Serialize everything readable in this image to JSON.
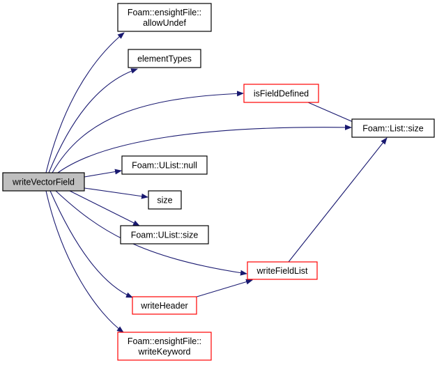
{
  "graph": {
    "root": "writeVectorField",
    "nodes": {
      "root": {
        "label": "writeVectorField",
        "color": "#bfbfbf"
      },
      "allowUndef": {
        "line1": "Foam::ensightFile::",
        "line2": "allowUndef"
      },
      "elementTypes": {
        "label": "elementTypes"
      },
      "isFieldDefined": {
        "label": "isFieldDefined",
        "color": "#ff0000"
      },
      "listSize": {
        "label": "Foam::List::size"
      },
      "ulistNull": {
        "label": "Foam::UList::null"
      },
      "size": {
        "label": "size"
      },
      "ulistSize": {
        "label": "Foam::UList::size"
      },
      "writeFieldList": {
        "label": "writeFieldList",
        "color": "#ff0000"
      },
      "writeHeader": {
        "label": "writeHeader",
        "color": "#ff0000"
      },
      "writeKeyword": {
        "line1": "Foam::ensightFile::",
        "line2": "writeKeyword",
        "color": "#ff0000"
      }
    },
    "edges": [
      [
        "writeVectorField",
        "Foam::ensightFile::allowUndef"
      ],
      [
        "writeVectorField",
        "elementTypes"
      ],
      [
        "writeVectorField",
        "isFieldDefined"
      ],
      [
        "writeVectorField",
        "Foam::List::size"
      ],
      [
        "writeVectorField",
        "Foam::UList::null"
      ],
      [
        "writeVectorField",
        "size"
      ],
      [
        "writeVectorField",
        "Foam::UList::size"
      ],
      [
        "writeVectorField",
        "writeFieldList"
      ],
      [
        "writeVectorField",
        "writeHeader"
      ],
      [
        "writeVectorField",
        "Foam::ensightFile::writeKeyword"
      ],
      [
        "isFieldDefined",
        "Foam::List::size"
      ],
      [
        "writeFieldList",
        "Foam::List::size"
      ],
      [
        "writeHeader",
        "writeFieldList"
      ]
    ],
    "edge_color": "#191970"
  }
}
